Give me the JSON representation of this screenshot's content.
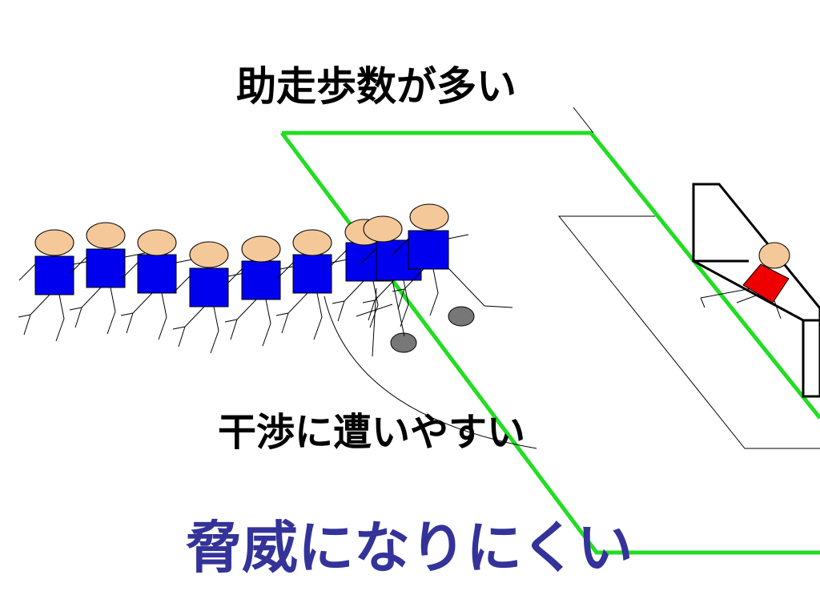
{
  "texts": {
    "title": "助走歩数が多い",
    "middle": "干渉に遭いやすい",
    "bottom": "脅威になりにくい"
  },
  "colors": {
    "court_line": "#22dd22",
    "attacker_body": "#0000ee",
    "head": "#f5c89a",
    "blocker_body": "#ee0000",
    "ball": "#777777",
    "bottom_text": "#333399"
  }
}
